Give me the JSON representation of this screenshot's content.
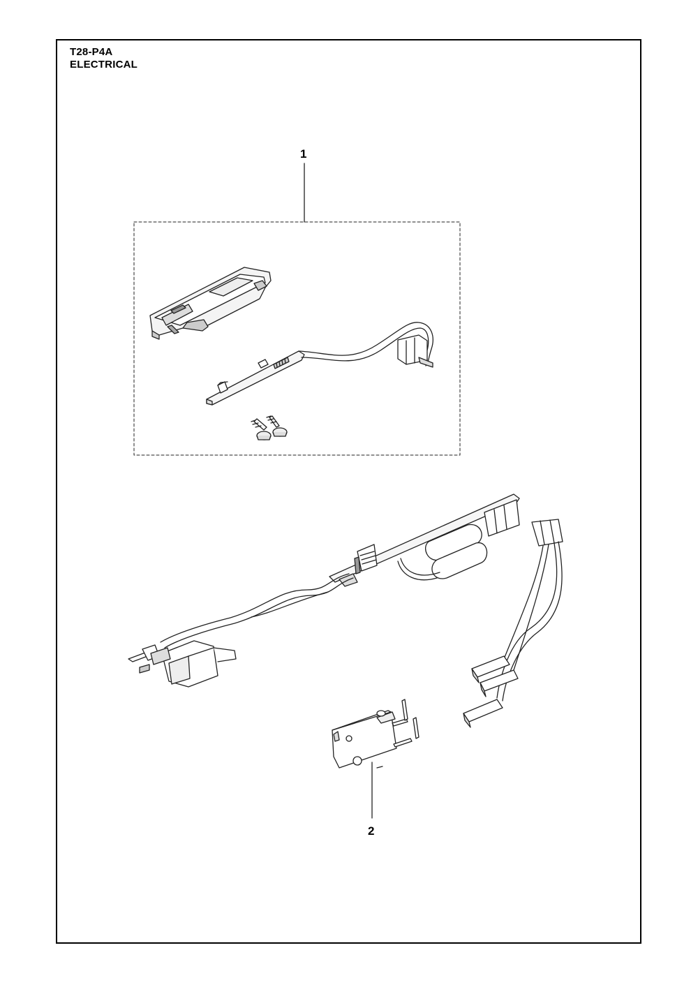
{
  "header": {
    "code": "T28-P4A",
    "title": "ELECTRICAL"
  },
  "callouts": [
    {
      "number": "1"
    },
    {
      "number": "2"
    }
  ]
}
